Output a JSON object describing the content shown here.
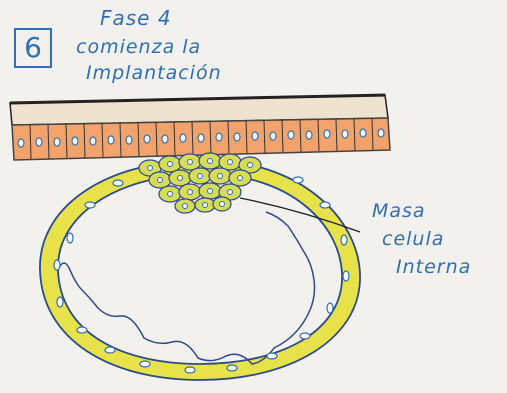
{
  "step_number": "6",
  "title": {
    "line1": "Fase 4",
    "line2": "comienza la",
    "line3": "Implantación"
  },
  "label": {
    "line1": "Masa",
    "line2": "celula",
    "line3": "Interna"
  },
  "colors": {
    "ink": "#2f6fb3",
    "endometrium_band": "#f2a36b",
    "trophoblast": "#e8e24a",
    "upper_band": "#eee3cf"
  }
}
